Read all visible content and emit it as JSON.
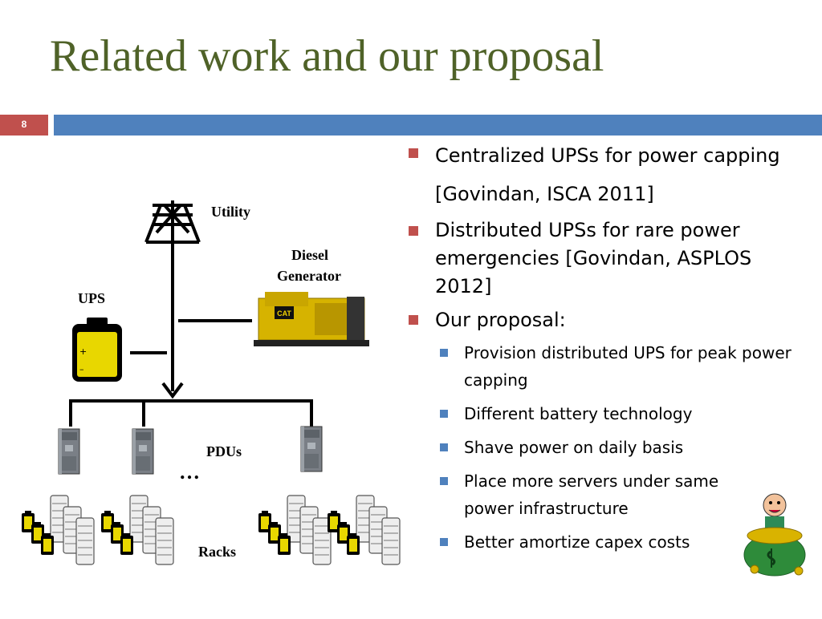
{
  "slide": {
    "title": "Related work and our proposal",
    "number": "8"
  },
  "diagram": {
    "utility_label": "Utility",
    "diesel_label_line1": "Diesel",
    "diesel_label_line2": "Generator",
    "ups_label": "UPS",
    "pdus_label": "PDUs",
    "ellipsis": "…",
    "racks_label": "Racks",
    "generator_brand": "CAT",
    "battery_plus": "+",
    "battery_minus": "–"
  },
  "bullets": {
    "item1": "Centralized UPSs for power capping [Govindan, ISCA 2011]",
    "item2": "Distributed UPSs for rare power emergencies [Govindan, ASPLOS 2012]",
    "item3": "Our proposal:",
    "sub1": "Provision distributed UPS for peak power capping",
    "sub2": "Different battery technology",
    "sub3": "Shave power on daily basis",
    "sub4": "Place more servers under same power infrastructure",
    "sub5": "Better amortize capex costs"
  },
  "colors": {
    "title": "#4f6228",
    "accent_red": "#c0504d",
    "accent_blue": "#4f81bd",
    "battery_yellow": "#e8d700"
  },
  "icons": [
    "transmission-tower-icon",
    "diesel-generator-icon",
    "battery-icon",
    "pdu-cabinet-icon",
    "server-rack-icon",
    "money-bag-icon"
  ]
}
